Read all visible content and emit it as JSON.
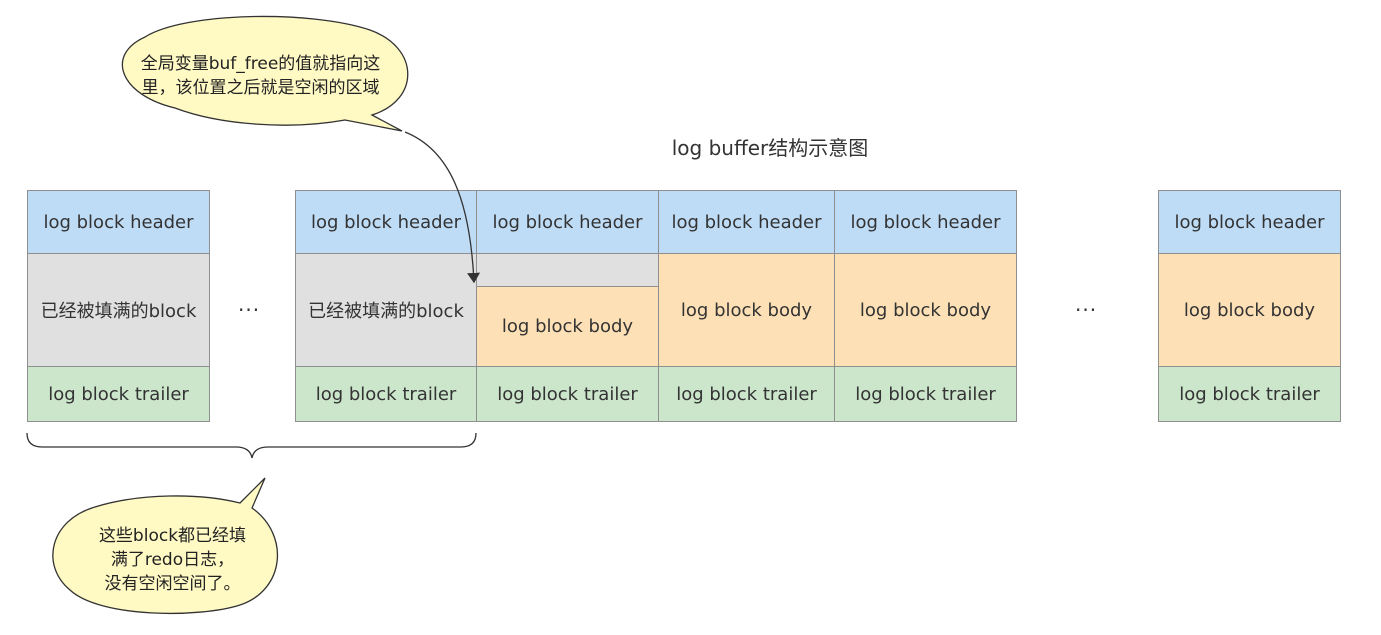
{
  "title": "log buffer结构示意图",
  "labels": {
    "header": "log block header",
    "body": "log block body",
    "trailer": "log block trailer",
    "filled": "已经被填满的block",
    "ellipsis": "···"
  },
  "callouts": {
    "top_line1": "全局变量buf_free的值就指向这",
    "top_line2": "里，该位置之后就是空闲的区域",
    "bottom_line1": "这些block都已经填",
    "bottom_line2": "满了redo日志，",
    "bottom_line3": "没有空闲空间了。"
  },
  "colors": {
    "header": "#bfdcf7",
    "filled": "#e0e0e0",
    "body": "#fde0b5",
    "trailer": "#cce6cc",
    "bubble": "#fff9c4"
  }
}
